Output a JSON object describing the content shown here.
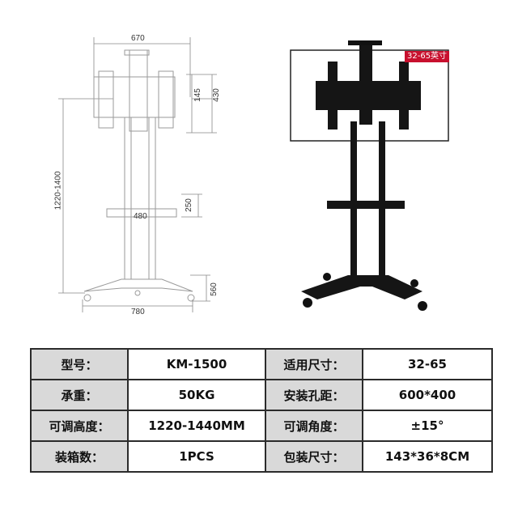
{
  "dimensions": {
    "top_width": "670",
    "mount_height": "145",
    "overall_mount": "430",
    "height_range": "1220-1400",
    "shelf_width": "480",
    "shelf_height": "250",
    "base_height": "560",
    "base_width": "780"
  },
  "size_badge": "32-65英寸",
  "specs": [
    {
      "label": "型号：",
      "value": "KM-1500",
      "label2": "适用尺寸：",
      "value2": "32-65"
    },
    {
      "label": "承重：",
      "value": "50KG",
      "label2": "安装孔距：",
      "value2": "600*400"
    },
    {
      "label": "可调高度：",
      "value": "1220-1440MM",
      "label2": "可调角度：",
      "value2": "±15°"
    },
    {
      "label": "装箱数：",
      "value": "1PCS",
      "label2": "包装尺寸：",
      "value2": "143*36*8CM"
    }
  ]
}
